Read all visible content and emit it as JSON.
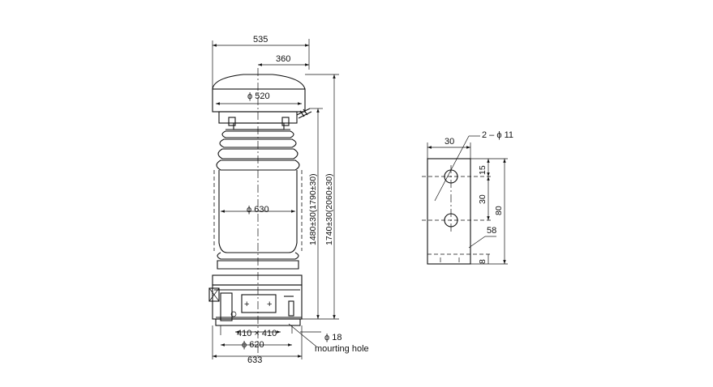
{
  "drawing": {
    "main_view": {
      "dim_overall_width": "535",
      "dim_head_offset": "360",
      "dim_head_diameter": "ϕ 520",
      "dim_body_diameter": "ϕ 630",
      "dim_height_inner": "1480±30(1790±30)",
      "dim_height_outer": "1740±30(2060±30)",
      "dim_base_square": "410 × 410",
      "dim_base_diameter": "ϕ 620",
      "dim_base_width": "633",
      "dim_hole": "ϕ 18",
      "label_hole": "mourting hole"
    },
    "terminal_view": {
      "dim_width": "30",
      "dim_holes": "2 – ϕ 11",
      "dim_top": "15",
      "dim_spacing": "30",
      "dim_height": "80",
      "dim_plate": "58",
      "dim_bottom": "8"
    }
  }
}
